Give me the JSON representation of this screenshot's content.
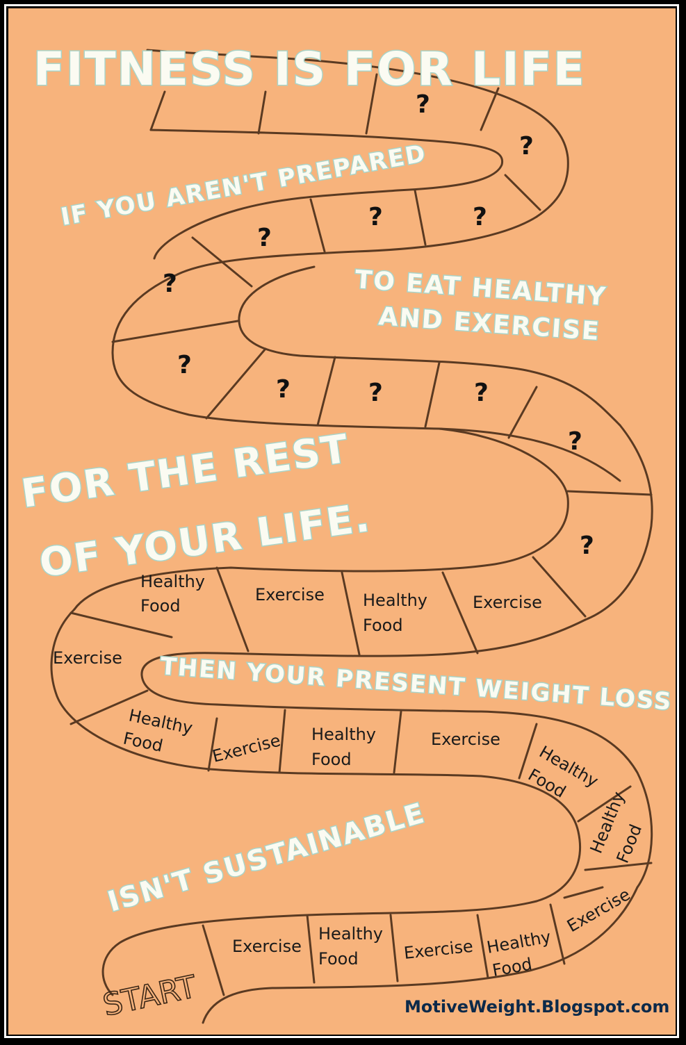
{
  "poster": {
    "title": "FITNESS IS FOR LIFE",
    "line_1": "IF YOU AREN'T  PREPARED",
    "line_2a": "TO EAT HEALTHY",
    "line_2b": "AND EXERCISE",
    "line_3a": "FOR THE REST",
    "line_3b": "OF YOUR LIFE.",
    "line_4": "THEN YOUR PRESENT WEIGHT LOSS",
    "line_5": "ISN'T SUSTAINABLE",
    "start_label": "START",
    "credit": "MotiveWeight.Blogspot.com",
    "question_mark": "?"
  },
  "board": {
    "word_healthy": "Healthy",
    "word_food": "Food",
    "word_exercise": "Exercise"
  },
  "colors": {
    "background": "#f7b37c",
    "track_line": "#5a3a22",
    "headline_fill": "#fbfbf2",
    "headline_glow": "#a9d4c8",
    "credit_text": "#0c2a4a",
    "frame": "#000000"
  }
}
